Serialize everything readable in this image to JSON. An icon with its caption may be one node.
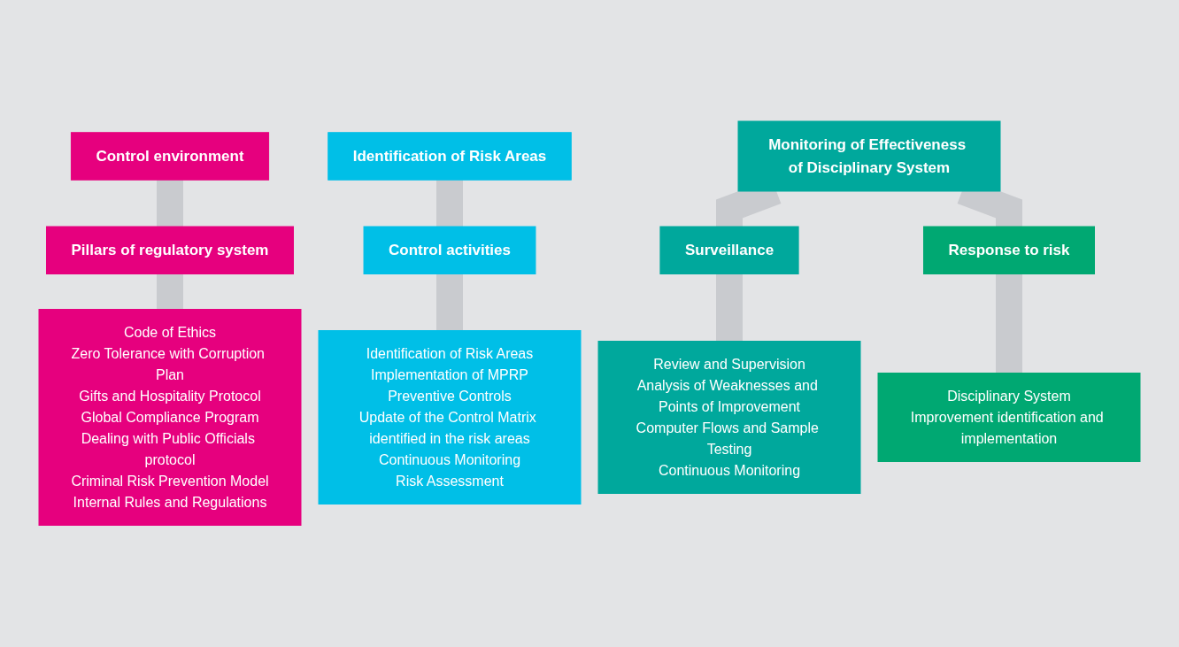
{
  "diagram": {
    "nodes": [
      {
        "text": [
          "Control environment"
        ]
      },
      {
        "text": [
          "Identification of Risk Areas"
        ]
      },
      {
        "text": [
          "Monitoring of Effectiveness of Disciplinary System"
        ]
      },
      {
        "text": [
          "Pillars of regulatory system"
        ]
      },
      {
        "text": [
          "Control activities"
        ]
      },
      {
        "text": [
          "Surveillance"
        ]
      },
      {
        "text": [
          "Response to risk"
        ]
      },
      {
        "text": [
          "Code of Ethics",
          "Zero Tolerance with Corruption Plan",
          "Gifts and Hospitality Protocol",
          "Global Compliance Program",
          "Dealing with Public Officials protocol",
          "Criminal Risk Prevention Model",
          "Internal Rules and Regulations"
        ]
      },
      {
        "text": [
          "Identification of Risk Areas",
          "Implementation of MPRP",
          "Preventive Controls",
          "Update of the Control Matrix identified in the risk areas",
          "Continuous Monitoring",
          "Risk Assessment"
        ]
      },
      {
        "text": [
          "Review and Supervision",
          "Analysis of Weaknesses and Points of Improvement",
          "Computer Flows and Sample Testing",
          "Continuous Monitoring"
        ]
      },
      {
        "text": [
          "Disciplinary System",
          "Improvement identification and implementation"
        ]
      }
    ],
    "edges": [
      {
        "from": 0,
        "to": 3,
        "arrow": "none"
      },
      {
        "from": 1,
        "to": 4,
        "arrow": "none"
      },
      {
        "from": 2,
        "to": 5,
        "arrow": "none"
      },
      {
        "from": 2,
        "to": 6,
        "arrow": "none"
      },
      {
        "from": 3,
        "to": 7,
        "arrow": "none"
      },
      {
        "from": 4,
        "to": 8,
        "arrow": "none"
      },
      {
        "from": 5,
        "to": 9,
        "arrow": "none"
      },
      {
        "from": 6,
        "to": 10,
        "arrow": "none"
      }
    ]
  }
}
